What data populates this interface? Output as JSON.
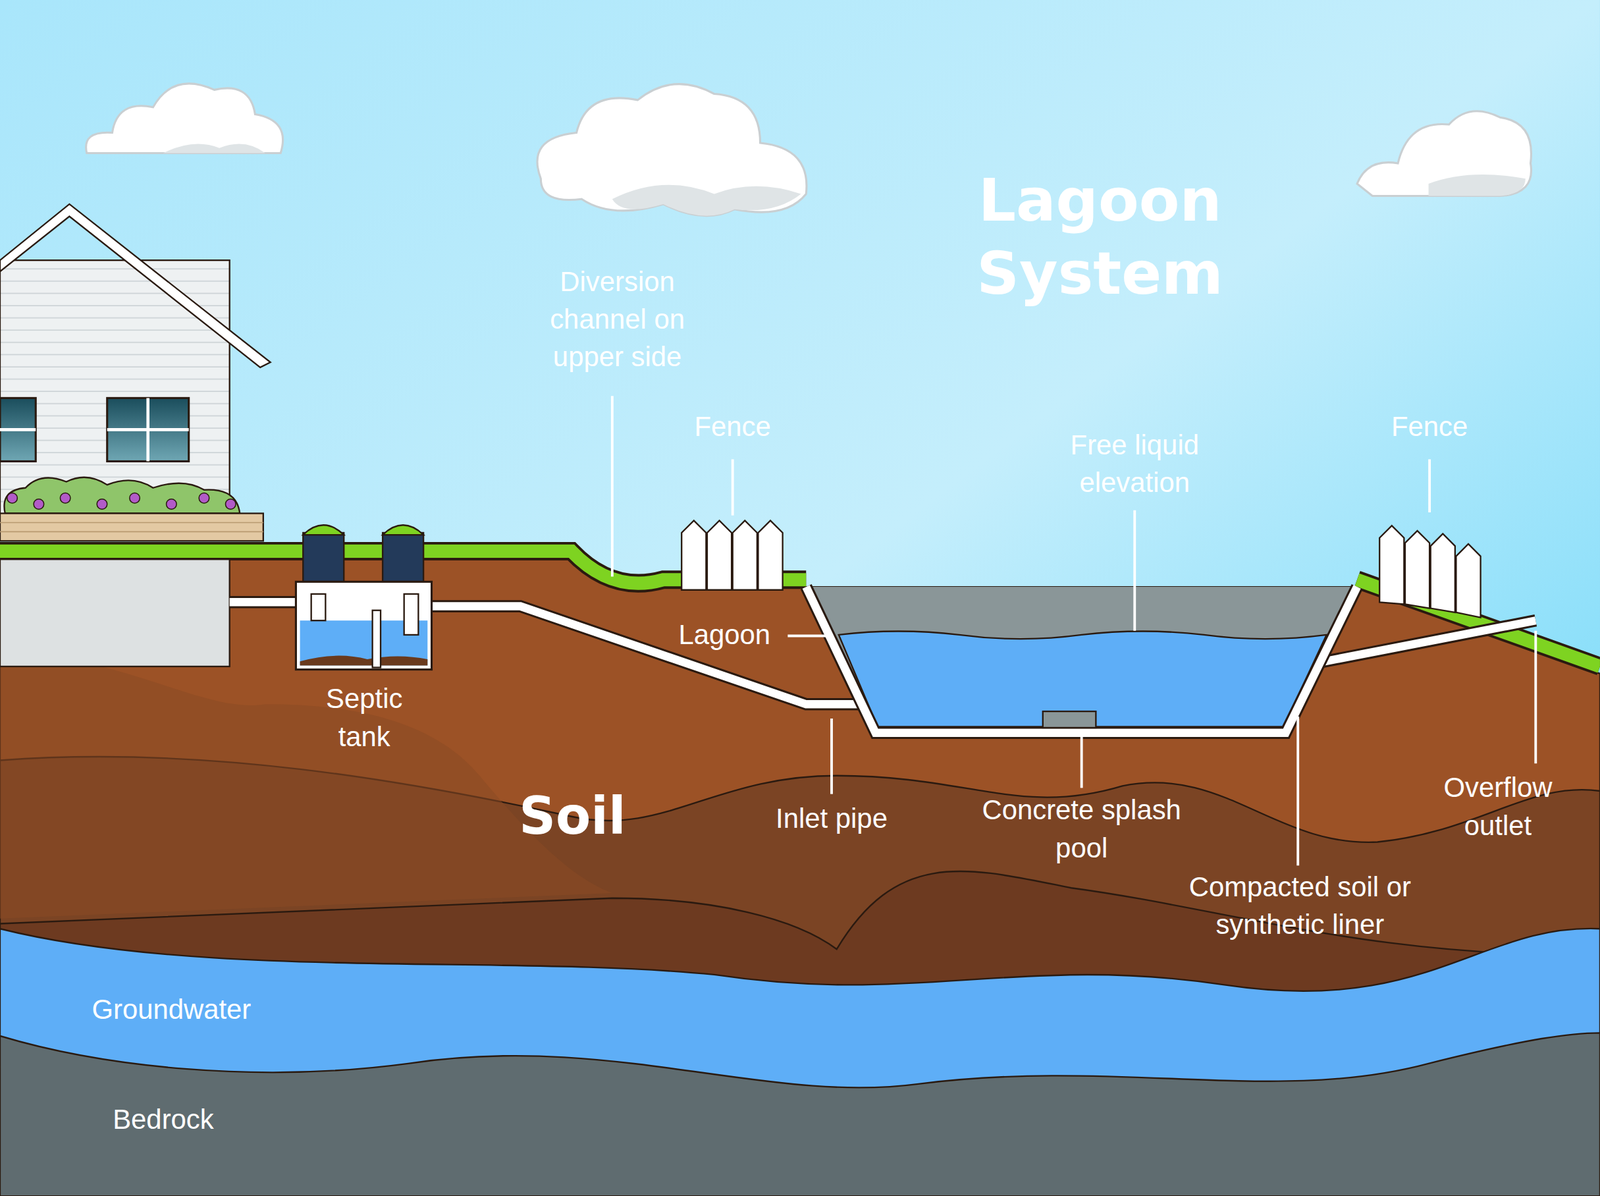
{
  "diagram": {
    "title": "Lagoon System",
    "labels": [
      "Diversion channel on upper side",
      "Fence",
      "Free liquid elevation",
      "Fence",
      "Lagoon",
      "Septic tank",
      "Soil",
      "Inlet pipe",
      "Concrete splash pool",
      "Overflow outlet",
      "Compacted soil or synthetic liner",
      "Groundwater",
      "Bedrock"
    ]
  }
}
